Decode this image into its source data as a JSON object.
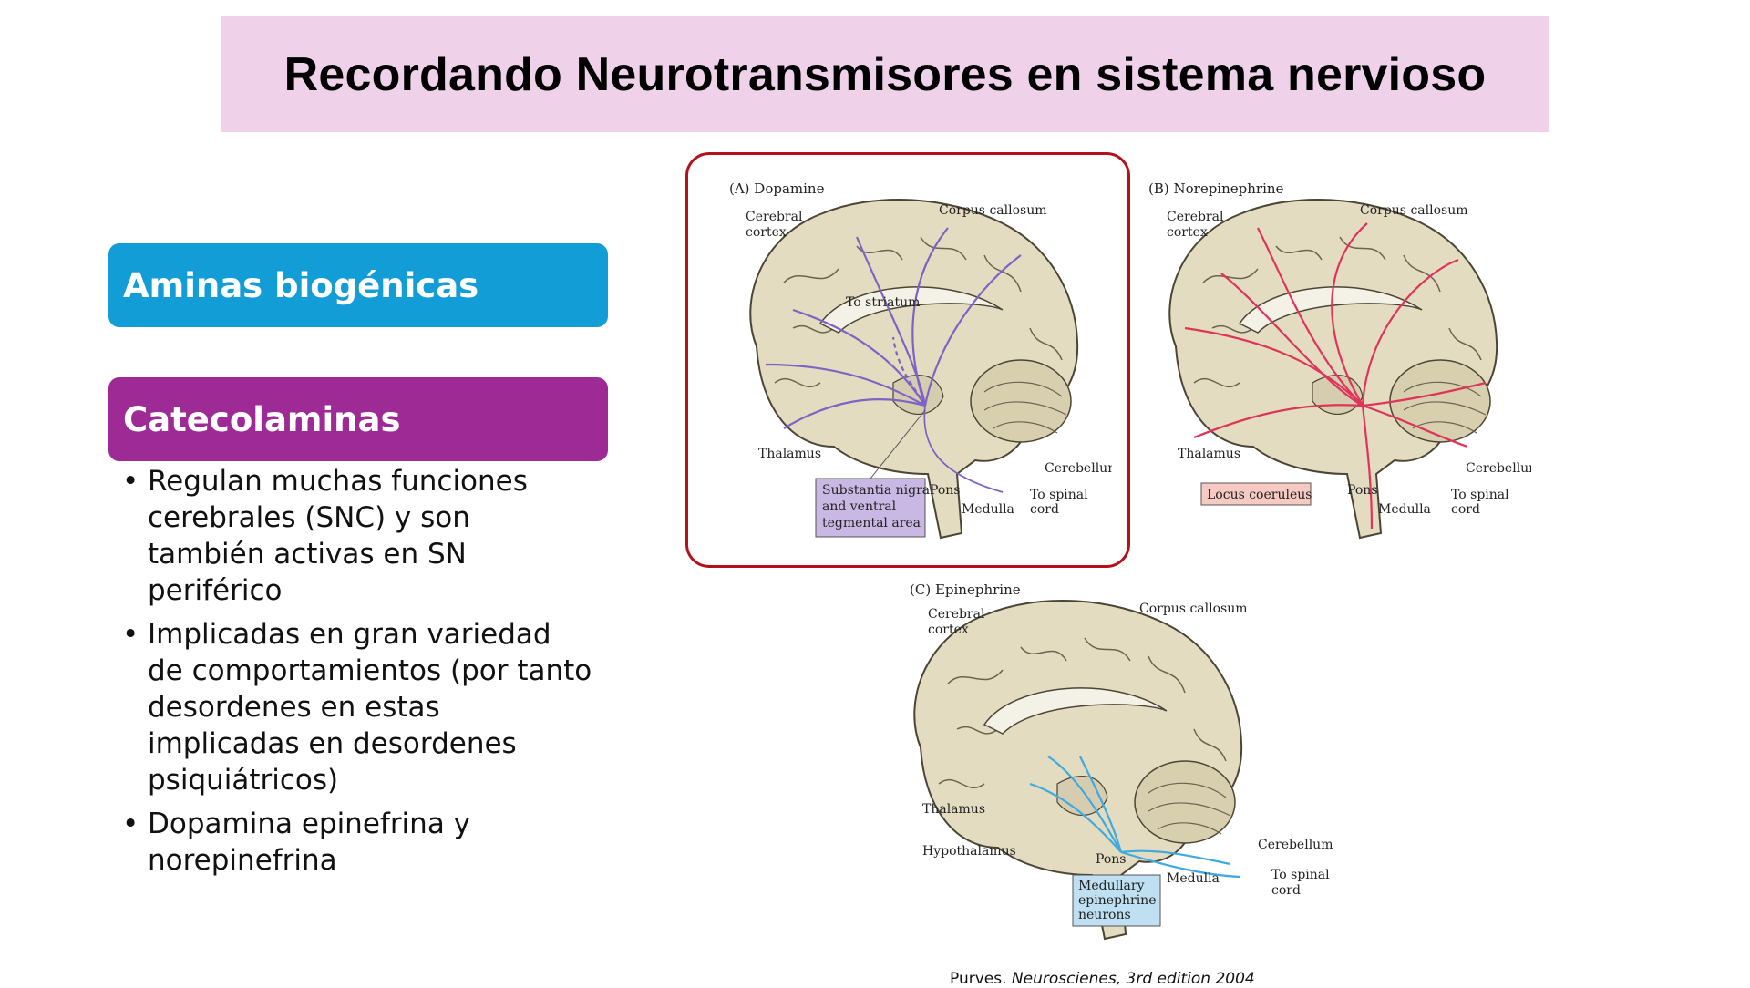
{
  "slide": {
    "title": "Recordando Neurotransmisores en sistema nervioso",
    "heading_1": "Aminas biogénicas",
    "heading_2": "Catecolaminas",
    "bullets": [
      "Regulan muchas funciones cerebrales (SNC) y son también activas en SN periférico",
      "Implicadas en gran variedad de comportamientos (por tanto desordenes en estas implicadas en desordenes psiquiátricos)",
      "Dopamina  epinefrina y norepinefrina"
    ],
    "citation": {
      "prefix": "Purves. ",
      "source": "Neuroscienes, 3rd edition 2004"
    }
  },
  "panels": {
    "a": {
      "title": "(A) Dopamine",
      "labels": {
        "corpus_callosum": "Corpus callosum",
        "cerebral": "Cerebral",
        "cortex": "cortex",
        "to_striatum": "To striatum",
        "thalamus": "Thalamus",
        "cerebellum": "Cerebellum",
        "pons": "Pons",
        "to_spinal": "To spinal",
        "cord": "cord",
        "medulla": "Medulla",
        "box_line1": "Substantia nigra",
        "box_line2": "and ventral",
        "box_line3": "tegmental area"
      },
      "color": "#7e62c4",
      "box_color": "#c9b8e3"
    },
    "b": {
      "title": "(B) Norepinephrine",
      "labels": {
        "corpus_callosum": "Corpus callosum",
        "cerebral": "Cerebral",
        "cortex": "cortex",
        "thalamus": "Thalamus",
        "cerebellum": "Cerebellum",
        "locus": "Locus coeruleus",
        "pons": "Pons",
        "to_spinal": "To spinal",
        "cord": "cord",
        "medulla": "Medulla"
      },
      "color": "#e0335a",
      "box_color": "#f7c9c3"
    },
    "c": {
      "title": "(C) Epinephrine",
      "labels": {
        "corpus_callosum": "Corpus callosum",
        "cerebral": "Cerebral",
        "cortex": "cortex",
        "thalamus": "Thalamus",
        "hypothalamus": "Hypothalamus",
        "cerebellum": "Cerebellum",
        "pons": "Pons",
        "medulla": "Medulla",
        "to_spinal": "To spinal",
        "cord": "cord",
        "box_line1": "Medullary",
        "box_line2": "epinephrine",
        "box_line3": "neurons"
      },
      "color": "#3fa9e0",
      "box_color": "#bfe0f2"
    }
  },
  "colors": {
    "title_bg": "#efd1ea",
    "heading_1_bg": "#139dd6",
    "heading_2_bg": "#9d2a95",
    "frame": "#b3121c",
    "brain_fill": "#e3dcc1",
    "brain_stroke": "#4a4535"
  }
}
